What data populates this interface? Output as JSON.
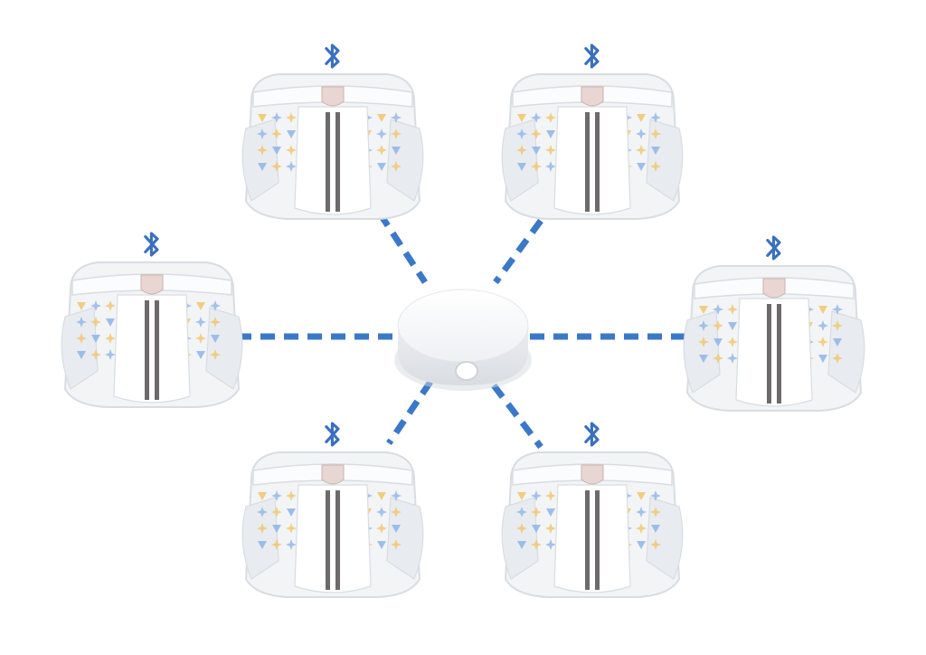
{
  "colors": {
    "background": "#ffffff",
    "link": "#3b78c8",
    "bluetooth": "#3a6fc0",
    "diaper_body": "#f2f4f6",
    "diaper_outline": "#d8dde2",
    "diaper_stripe": "#6d6a6c",
    "pattern_yellow": "#f2c46a",
    "pattern_blue": "#8fb4e6",
    "sensor_tag": "#e9d6d2",
    "hub_body": "#f7f7f7",
    "hub_shadow": "#d6d9de"
  },
  "hub": {
    "name": "hub",
    "icon": "round-hub-device",
    "button_icon": "oval-button"
  },
  "devices": [
    {
      "name": "diaper-top-left",
      "icon": "diaper-sensor",
      "badge_icon": "bluetooth-icon",
      "connection": "bluetooth"
    },
    {
      "name": "diaper-top-right",
      "icon": "diaper-sensor",
      "badge_icon": "bluetooth-icon",
      "connection": "bluetooth"
    },
    {
      "name": "diaper-middle-left",
      "icon": "diaper-sensor",
      "badge_icon": "bluetooth-icon",
      "connection": "bluetooth"
    },
    {
      "name": "diaper-middle-right",
      "icon": "diaper-sensor",
      "badge_icon": "bluetooth-icon",
      "connection": "bluetooth"
    },
    {
      "name": "diaper-bottom-left",
      "icon": "diaper-sensor",
      "badge_icon": "bluetooth-icon",
      "connection": "bluetooth"
    },
    {
      "name": "diaper-bottom-right",
      "icon": "diaper-sensor",
      "badge_icon": "bluetooth-icon",
      "connection": "bluetooth"
    }
  ]
}
